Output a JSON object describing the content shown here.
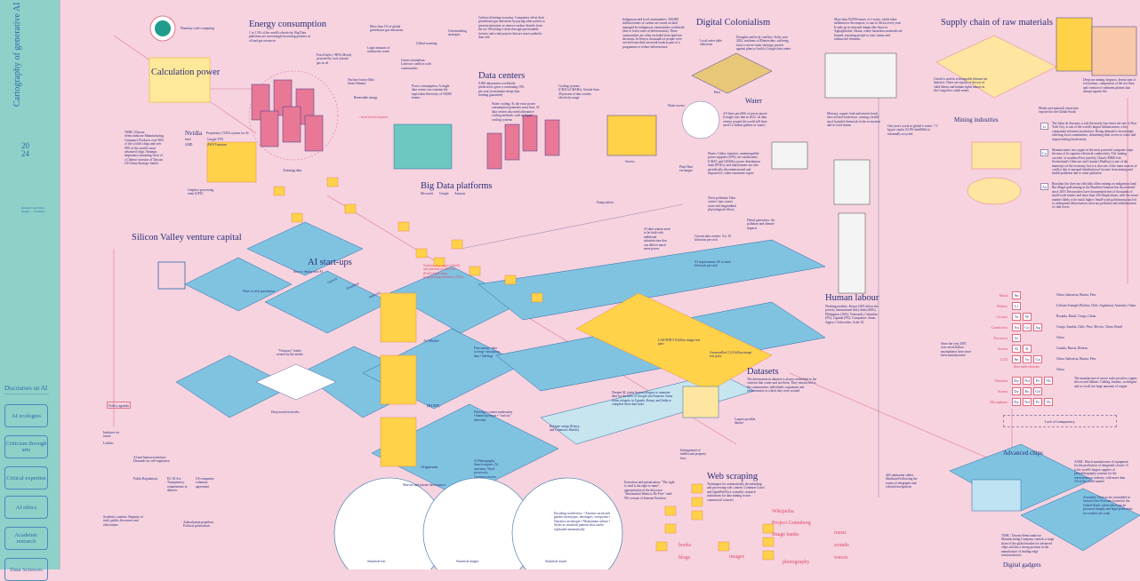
{
  "sidebar": {
    "title": "Cartography of generative AI",
    "year_top": "20",
    "year_bottom": "24",
    "credit": "Research and map design — Estampa",
    "discourses_title": "Discourses on AI",
    "discourses": [
      "AI ecologies",
      "Criticism through arts",
      "Critical expertise",
      "AI ethics",
      "Academic research",
      "Data Sciences"
    ]
  },
  "headings": {
    "energy": "Energy consumption",
    "calc": "Calculation power",
    "datacenters": "Data centers",
    "bigdata": "Big Data platforms",
    "digital_colonialism": "Digital Colonialism",
    "water": "Water",
    "silicon": "Silicon Valley venture capital",
    "startups": "AI start-ups",
    "human_labour": "Human labour",
    "datasets": "Datasets",
    "web_scraping": "Web scraping",
    "supply_chain": "Supply chain of raw materials",
    "mining": "Mining industries",
    "advanced_chips": "Advanced chips",
    "digital_gadgets": "Digital gadgets",
    "ai_model": "AI Model",
    "rlhf": "(RLHF)",
    "alignment": "Alignment",
    "training_data": "Training data"
  },
  "texts": {
    "planetary": "Planetary scale computing",
    "energy_desc": "1 to 1.5% of the world's electricity. Big Data platforms are increasingly becoming partners in oil and gas resources",
    "fossil": "Fossil fuels (>80%) Mostly powered by coal, natural gas or oil",
    "nuclear": "Nuclear fission Oklo (Sam Altman)",
    "radioactive": "Large amounts of radioactive waste",
    "green": "Green colonialism: Land use conflicts with communities",
    "renewable": "Renewable energy",
    "ghg": "More than 1% of global greenhouse gas emissions",
    "global_warming": "Global warming",
    "greenwashing": "Greenwashing strategies",
    "carbon": "Carbon offsetting economy: Companies offset their greenhouse gas emissions by paying other parties to prevent emissions or remove carbon dioxide from the air. Offsetting is done through questionable forestry and wind projects that are more symbolic than real",
    "indigenous": "Indigenous and local communities: 300,000 million tonnes of carbon are stored on land managed by indigenous communities worldwide (due to lower rates of deforestation). These communities are often excluded from land-use decisions. In Kenya, thousands of people were evicted from their ancestral lands as part of a programme to reduce deforestation",
    "droughts": "Droughts and local conflicts: In the year 2023, residents of Montevideo, suffering from a severe water shortage, protest against plans to build a Google data centre",
    "water_table": "Local water table affections",
    "ewaste": "More than 50,000 tonnes of e-waste, which takes millennia to decompose, is sent to Africa every year. It ends up in informal dumps like those in Agbogbloshie, Ghana, where hazardous materials are burned, exposing people to toxic fumes and radioactive elements",
    "mercury": "Mercury, copper, lead and arsenic leach into soil and waterways, causing a build-up of harmful chemicals in the ecosystem and its food chains",
    "ewaste_year": "One year's worth of global e-waste: 7.3 kg per capita. 82.6% landfilled or informally recycled",
    "water_desc": "4-9 litres per kWh of server power (Google says that in 2021, its data centres around the world will have used 5.2 billion gallons of water)",
    "waste": "Waste: Cables, batteries, uninterruptible power supplies (UPS), air conditioners (CRAC and CRAHs), power distribution units (PDUs), and transformers are also periodically decommissioned and disposed of, when warranties expire",
    "noise": "Noise pollution: Data centre's fans causes acute and longitudinal physiological effects",
    "diesel": "Diesel generators: Air pollution and climate impacts",
    "dc_desc": "8,000 datacentres worldwide predicted to grow a continuing 10% per year (to maintain cheap data training guarantee)",
    "power": "Power consumption: A single data centre can consume the equivalent electricity of 50,000 homes",
    "cooling": "Water cooling: As the extra power consumption generates more heat, AI data centres also need alternative cooling methods, such as liquid cooling systems",
    "crac": "Cooling systems (CRACs/CRAHs): Greater than 40 percent of data centres electricity usage",
    "heat": "Heat",
    "water_towers": "Water towers",
    "servers": "Servers",
    "plate": "Plate Heat exchanger",
    "pump": "Pump station",
    "ai_dc": "AI data centres need to be built with additional infrastructure that can deliver much more power",
    "current_dc": "Current data centres: 5 to 10 kilowatts per rack",
    "ai_req": "AI requirements: 60 or more kilowatts per rack",
    "local_price": "↑ local electrical prices",
    "tsmc": "TSMC (Taiwan Semiconductor Manufacturing Company) Produces over 90% of the world's chips and over 90% of the world's most advanced chips. Strategic importance (meaning force of a Chinese invasion of Taiwan: US-China Strategic battle)",
    "nvidia": "Nvidia",
    "nvidia_desc": "Proprietary CUDA system for AI",
    "intel": "Intel",
    "amd": "AMD",
    "google_tpu": "Google TPU",
    "aws": "AWS Trainium",
    "gpu": "Graphics processing units (GPU)",
    "microsoft": "Microsoft",
    "google": "Google",
    "amazon": "Amazon",
    "openai": "OpenAI",
    "deepmind": "DeepMind",
    "anthropic": "Anthropic",
    "saas": "Software as a service (SaaS) and platform as a service (PaaS) Application programming interfaces (APIs)",
    "race": "Race to deploy new AI",
    "wave": "Wave of tech speculation",
    "visionary": "\"Visionary\" leader created by the media",
    "dnn": "Deep neural networks",
    "policy": "Policy agenda",
    "institutes": "Institutes for future",
    "lobbies": "Lobbies",
    "extinction": "AI and human extinction: Demands for self-regulation",
    "public_reg": "Public Regulations",
    "eu_act": "EU AI Act: Transparency requirements in datasets",
    "us_comp": "US companies voluntary agreement",
    "synthetic": "Synthetic contents: Regimes of truth; public discourses and affectations",
    "authoritarian": "Authoritarian populism; Political polarization",
    "working": "Working markets: Kenya (36% below the poverty international line), India (66%), Philippines (16%), Venezuela, Colombia (9%), Uganda (9%). Companies: Sama, Appen, Clickworker, Scale AI",
    "finetuning": "Fine-tuning • data scoring • annotating data • labeling",
    "filtering": "Filtering • content moderation • banned prompts • \"toxicity\" detection",
    "laion": "LAION5B 5.8 billion image-text pairs",
    "commonpool": "CommonPool 12.8 billion image-text pairs",
    "datasets_desc": "The information in datasets is always embedded in the contexts that create and use them. They remain tied to the communities, individuals, organisms and environments in which they were created",
    "deepen": "Deepen AI, trains Syrian refugees to annotate data for the likes of Google and Amazon. Sama trains refugees in Uganda, Kenya, and India to complete short data tasks",
    "refugee": "Refugee camps (Kenya and Lebanon's Shatila)",
    "largest": "Largest possible dataset",
    "infringement": "Infringement of intellectual property laws",
    "extraction": "Extraction and privatisation: \"The right to read is the right to mine\": appropriation of the discourse \"Information Wants to Be Free\": mid-90's version of Internet Freedom",
    "web_desc": "Techniques for automatically downloading and processing web content. Common Crawl and OpenWebText: scientific research institutions for data mining in non commercial contexts",
    "encoding": "Encoding worldviews: • Extreme racial and gender stereotypes, ideologies, viewpoints • Narrative archetypes • Mainstream culture • Styles as statistical patterns that can be replicated automatically",
    "apps": "AI Photography, Search engines, AI assistants, Word processors, Customer service",
    "latent": "Massive and private latent spaces",
    "stat_text": "Statistical text",
    "stat_images": "Statistical images",
    "stat_sound": "Statistical sound",
    "cables": "420 submarine cables distributed following the routes of telegraphs and colonial navigations",
    "cobalt": "Cobalt is used in rechargeable lithium-ion batteries. There are reports of the use of child labour and human rights abuses in the Congolese cobalt mines",
    "deepsea": "Deep sea mining: Impacts: destruction of ecosystems, compaction of the sea floor, and creation of sediment plumes that disrupt aquatic life",
    "metals": "Metals and minerals extraction exported to the Global South",
    "li_desc": "The Salar de Atacama, a salt flat nearly four times the size of New York City, is one of the world's largest lithium mines, a key component in battery production. Rising demand is increasingly affecting local communities, threatening their access to water and impoverishing biodiversity",
    "cu_desc": "Manufacturers use copper in the most powerful computer chips because of its superior electrical conductivity. The 'mining corridor' of southern Peru (used by China's MMG Ltd, Switzerland's Glencore and Canada's Hudbay) is one of the mainstays of the economy, but it is also one of the main sources of conflict due to unequal distribution of income from mining and health problems due to water pollution",
    "au_desc": "Brazilian law does not officially allow mining on indigenous land. But illegal gold mining in the Brazilian Amazon has skyrocketed since 2019. Researchers have documented tens of thousands of small-scale miners and more than 320 illegal mines, with the actual number likely to be much higher. Small-scale gold mining has led to widespread deforestation, mercury pollution and sedimentation of vital rivers",
    "smartphones": "Since the year 2007, over seven billion smartphones have since been manufactured",
    "racks": "The manufacture of server racks involves copper, silicon and lithium. Cabling, busbars, switchgear and so on all use large amounts of copper",
    "transparency": "Lack of transparency",
    "asml": "ASML: Dutch manufacturer of equipment for the production of integrated circuits. It is the world's largest supplier of photolithography systems for the semiconductor industry, with more than 3/4 of the world market",
    "tsmc2": "TSMC: Taiwan Semiconductor Manufacturing Company controls a large share of the global market for advanced chips and has a strong position in the manufacture of leading-edge semiconductors",
    "assembly": "Assembly: Devices are assembled in factories like Foxconn located in the Global South, where labor can be procured cheaply and legal protections for workers are scant",
    "rare_earth": "Rare-earth elements"
  },
  "sources": [
    "Wikipedia",
    "Project Gutenberg",
    "Image banks",
    "music",
    "sounds",
    "voices",
    "books",
    "blogs",
    "images",
    "photography"
  ],
  "elements": [
    {
      "use": "Metal",
      "els": [
        "Sn"
      ],
      "countries": "China, Indonesia, Burma, Peru"
    },
    {
      "use": "Battery",
      "els": [
        "Li"
      ],
      "countries": "Lithium Triangle (Bolivia, Chile, Argentina), Australia, China"
    },
    {
      "use": "Circuits",
      "els": [
        "Ta",
        "W"
      ],
      "countries": "Rwanda, Brazil, Congo, China"
    },
    {
      "use": "Conductors",
      "els": [
        "Au",
        "Cu",
        "Ag"
      ],
      "countries": "Congo, Zambia, Chile, Peru, Mexico, China, Brazil"
    },
    {
      "use": "Processor",
      "els": [
        "Si"
      ],
      "countries": "China"
    },
    {
      "use": "Screen",
      "els": [
        "Al",
        "K"
      ],
      "countries": "Canada, Russia, Belarus"
    },
    {
      "use": "LCD",
      "els": [
        "Sn",
        "In",
        "Ga"
      ],
      "countries": "China, Indonesia, Burma, Peru"
    },
    {
      "use": "",
      "els": [],
      "countries": "China"
    },
    {
      "use": "Vibration",
      "els": [
        "Dy",
        "Nd",
        "Pr",
        "Tb"
      ],
      "countries": ""
    },
    {
      "use": "Screen",
      "els": [
        "Dy",
        "Eu",
        "Gd"
      ],
      "countries": ""
    },
    {
      "use": "Microphone",
      "els": [
        "Dy",
        "Nd",
        "Pr",
        "Tb"
      ],
      "countries": ""
    }
  ],
  "mineral_icons": [
    "Li",
    "Cu",
    "Au"
  ],
  "colors": {
    "background": "#f6d3df",
    "sidebar": "#8fd0c9",
    "ink": "#2b2f7a",
    "accent": "#e04a6a",
    "cube": "#ffd24a",
    "platform": "#7fc3e0"
  }
}
